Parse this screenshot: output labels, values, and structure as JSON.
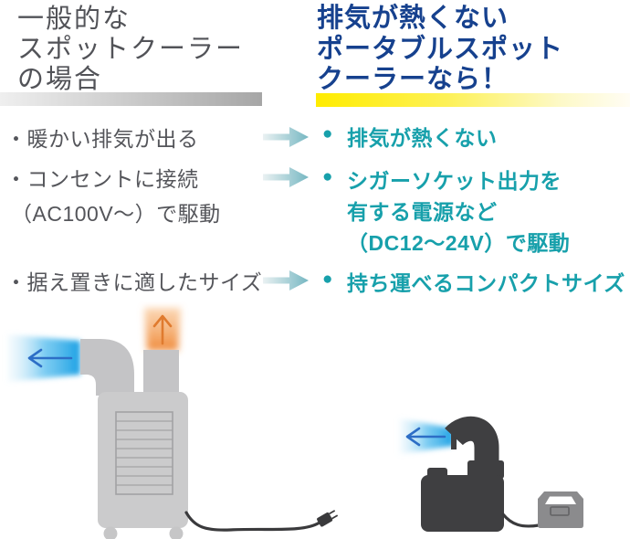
{
  "header": {
    "left": {
      "lines": [
        "一般的な",
        "スポットクーラー",
        "の場合"
      ]
    },
    "right": {
      "lines": [
        "排気が熱くない",
        "ポータブルスポット",
        "クーラーなら！"
      ]
    }
  },
  "comparison": {
    "left_items": [
      {
        "lines": [
          "・暖かい排気が出る"
        ]
      },
      {
        "lines": [
          "・コンセントに接続",
          "（AC100V～）で駆動"
        ]
      },
      {
        "lines": [
          "・据え置きに適したサイズ"
        ]
      }
    ],
    "right_items": [
      {
        "bullet": "●",
        "lines": [
          "排気が熱くない"
        ]
      },
      {
        "bullet": "●",
        "lines": [
          "シガーソケット出力を",
          "有する電源など",
          "（DC12～24V）で駆動"
        ]
      },
      {
        "bullet": "●",
        "lines": [
          "持ち運べるコンパクトサイズ"
        ]
      }
    ]
  },
  "colors": {
    "header_blue": "#16418e",
    "accent_teal": "#17a0ab",
    "text_gray": "#54555a",
    "yellow_bar": "#ffec00",
    "gray_bar": "#a6a6a6",
    "cold_air_blue": "#29a8e6",
    "cold_arrow_blue": "#2d6ec6",
    "hot_exhaust_orange": "#ee8430",
    "cooler_body_gray": "#cbcbcc",
    "portable_unit_dark": "#3e3e41",
    "power_station_gray": "#8b8b8d"
  },
  "icons": {
    "transition_arrow": "right-arrow",
    "list_bullet": "●",
    "cold_air": "left-arrow-in-blue-airflow",
    "hot_exhaust": "up-arrow-in-orange-airflow",
    "ac_plug": "two-prong-plug",
    "power_station": "portable-battery-box"
  }
}
